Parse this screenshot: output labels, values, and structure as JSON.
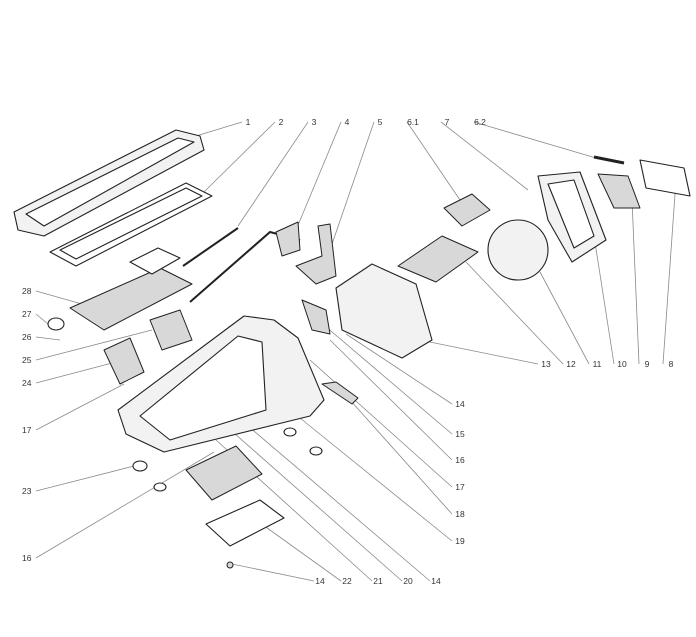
{
  "diagram": {
    "type": "exploded-parts-view",
    "callouts": [
      "1",
      "2",
      "3",
      "4",
      "5",
      "6.1",
      "7",
      "6.2",
      "13",
      "12",
      "11",
      "10",
      "9",
      "8",
      "28",
      "27",
      "26",
      "25",
      "24",
      "17",
      "23",
      "16",
      "14",
      "15",
      "16",
      "17",
      "18",
      "19",
      "14",
      "20",
      "21",
      "22",
      "14"
    ]
  }
}
